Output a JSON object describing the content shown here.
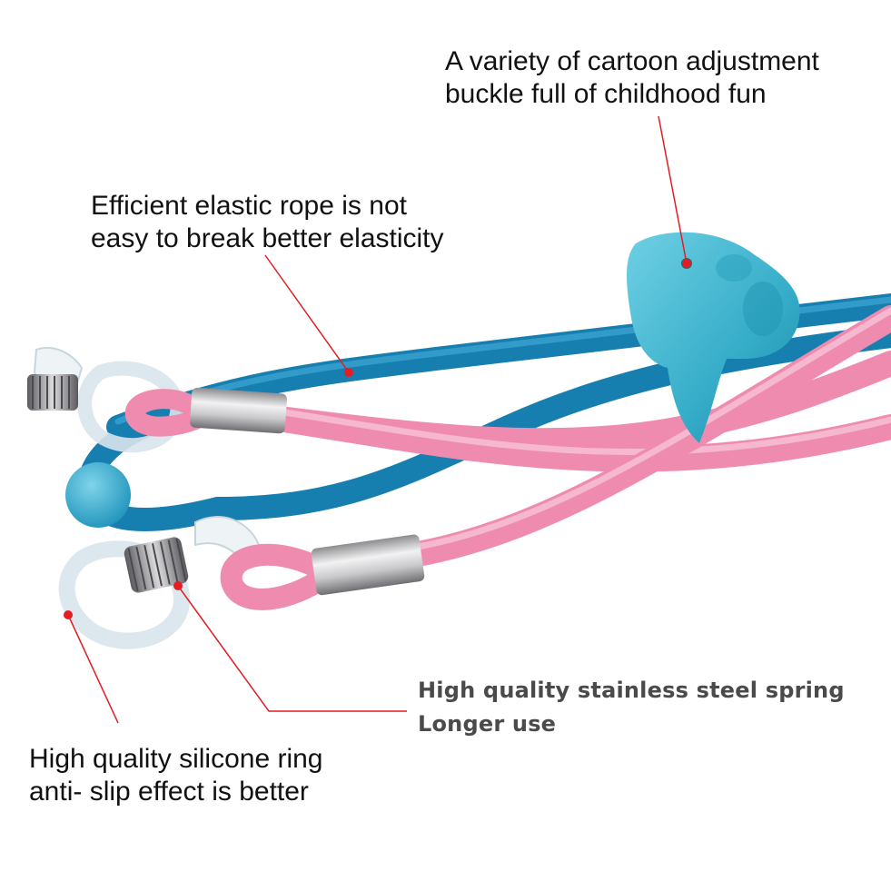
{
  "callouts": {
    "buckle": {
      "line1": "A variety of cartoon adjustment",
      "line2": "buckle full of childhood fun"
    },
    "rope": {
      "line1": "Efficient elastic rope is not",
      "line2": "easy to break better elasticity"
    },
    "spring": {
      "line1": "High quality stainless steel spring",
      "line2": "Longer use"
    },
    "ring": {
      "line1": "High quality silicone ring",
      "line2": "anti- slip effect is better"
    }
  },
  "colors": {
    "background": "#ffffff",
    "blue_rope": "#1a8fc4",
    "pink_rope": "#f08bb0",
    "dolphin": "#3fb6d0",
    "bead": "#3ab0d2",
    "metal": "#b9b9bc",
    "pointer": "#e31d24"
  }
}
